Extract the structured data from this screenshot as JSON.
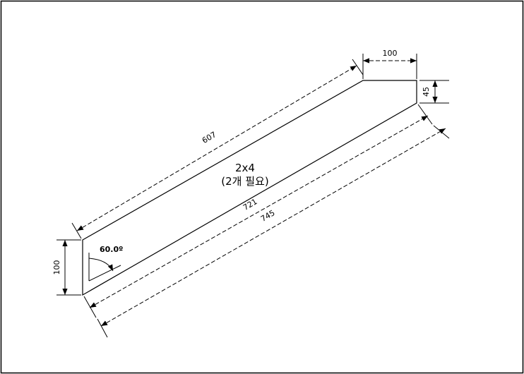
{
  "part": {
    "name": "2x4",
    "quantity_note": "(2개 필요)"
  },
  "dimensions": {
    "top_length": "607",
    "top_width": "100",
    "right_thickness": "45",
    "left_height": "100",
    "inner_length": "721",
    "overall_length": "745"
  },
  "angle": {
    "label": "60.0º"
  },
  "colors": {
    "line": "#000000",
    "background": "#ffffff"
  }
}
